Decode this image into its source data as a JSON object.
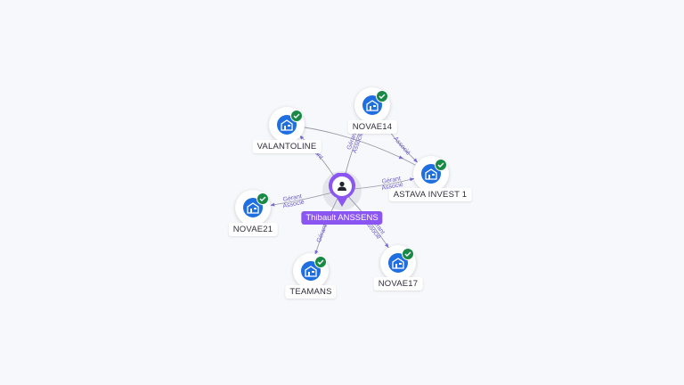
{
  "center_person": {
    "name": "Thibault ANSSENS",
    "icon": "person-icon",
    "color": "#8a55f0"
  },
  "companies": [
    {
      "id": "valantoline",
      "name": "VALANTOLINE",
      "icon": "company-building-icon",
      "verified": true
    },
    {
      "id": "novae14",
      "name": "NOVAE14",
      "icon": "company-building-icon",
      "verified": true
    },
    {
      "id": "astava",
      "name": "ASTAVA INVEST 1",
      "icon": "company-building-icon",
      "verified": true
    },
    {
      "id": "novae21",
      "name": "NOVAE21",
      "icon": "company-building-icon",
      "verified": true
    },
    {
      "id": "teamans",
      "name": "TEAMANS",
      "icon": "company-building-icon",
      "verified": true
    },
    {
      "id": "novae17",
      "name": "NOVAE17",
      "icon": "company-building-icon",
      "verified": true
    }
  ],
  "relations": [
    {
      "from": "center",
      "to": "valantoline",
      "role1": "Gérant",
      "role2": ""
    },
    {
      "from": "center",
      "to": "novae14",
      "role1": "Gérant",
      "role2": "Associé"
    },
    {
      "from": "center",
      "to": "astava",
      "role1": "Gérant",
      "role2": "Associé"
    },
    {
      "from": "center",
      "to": "novae21",
      "role1": "Gérant",
      "role2": "Associé"
    },
    {
      "from": "center",
      "to": "teamans",
      "role1": "Gérant",
      "role2": ""
    },
    {
      "from": "center",
      "to": "novae17",
      "role1": "Gérant",
      "role2": "Associé"
    },
    {
      "from": "valantoline",
      "to": "astava",
      "role1": "",
      "role2": ""
    },
    {
      "from": "novae14",
      "to": "astava",
      "role1": "Associé",
      "role2": ""
    }
  ],
  "colors": {
    "company_node": "#1f6fe0",
    "verified_badge": "#188a46",
    "edge": "#9a9aa8",
    "edge_label": "#6f5cc9",
    "background": "#f7f8fc"
  }
}
